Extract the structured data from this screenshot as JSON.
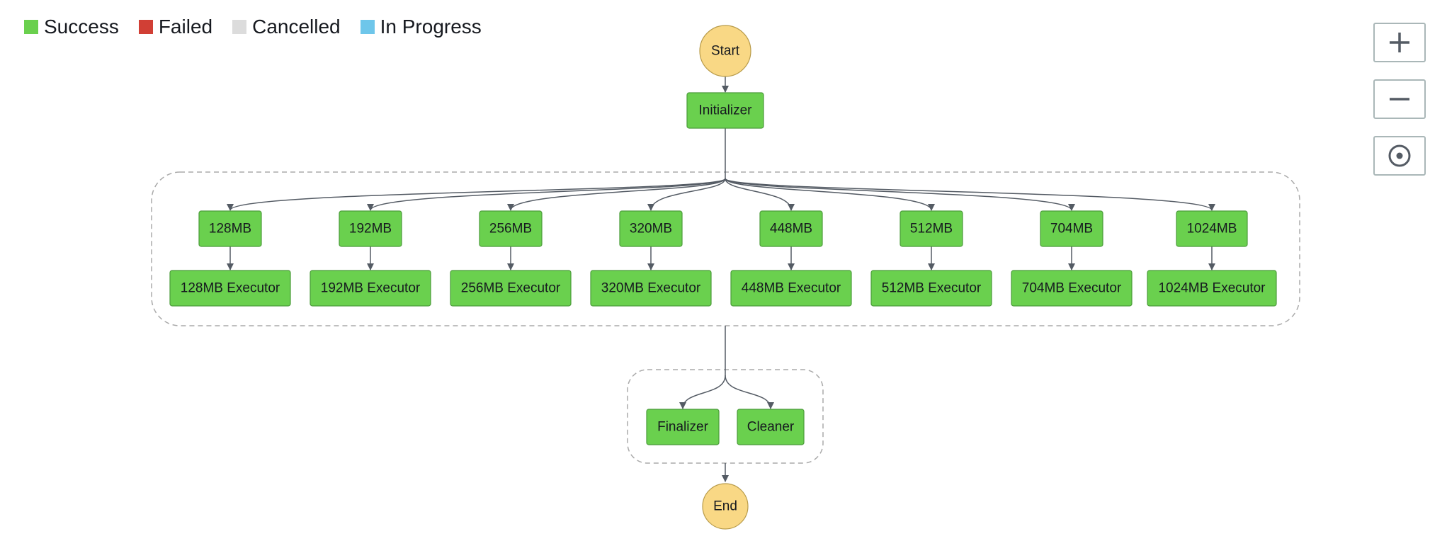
{
  "legend": [
    {
      "label": "Success",
      "color": "#6ad04e"
    },
    {
      "label": "Failed",
      "color": "#d13f35"
    },
    {
      "label": "Cancelled",
      "color": "#dcdcdc"
    },
    {
      "label": "In Progress",
      "color": "#6ec6ea"
    }
  ],
  "controls": [
    {
      "name": "zoom-in-button",
      "icon": "plus-icon"
    },
    {
      "name": "zoom-out-button",
      "icon": "minus-icon"
    },
    {
      "name": "center-button",
      "icon": "target-icon"
    }
  ],
  "colors": {
    "success": "#6ad04e",
    "terminal": "#f9d885",
    "edge": "#545b64",
    "group_border": "#aaaaaa"
  },
  "workflow": {
    "start": {
      "label": "Start",
      "status": "terminal"
    },
    "initializer": {
      "label": "Initializer",
      "status": "success"
    },
    "branches": [
      {
        "task": "128MB",
        "executor": "128MB Executor",
        "status": "success"
      },
      {
        "task": "192MB",
        "executor": "192MB Executor",
        "status": "success"
      },
      {
        "task": "256MB",
        "executor": "256MB Executor",
        "status": "success"
      },
      {
        "task": "320MB",
        "executor": "320MB Executor",
        "status": "success"
      },
      {
        "task": "448MB",
        "executor": "448MB Executor",
        "status": "success"
      },
      {
        "task": "512MB",
        "executor": "512MB Executor",
        "status": "success"
      },
      {
        "task": "704MB",
        "executor": "704MB Executor",
        "status": "success"
      },
      {
        "task": "1024MB",
        "executor": "1024MB Executor",
        "status": "success"
      }
    ],
    "final_branches": [
      {
        "label": "Finalizer",
        "status": "success"
      },
      {
        "label": "Cleaner",
        "status": "success"
      }
    ],
    "end": {
      "label": "End",
      "status": "terminal"
    }
  }
}
